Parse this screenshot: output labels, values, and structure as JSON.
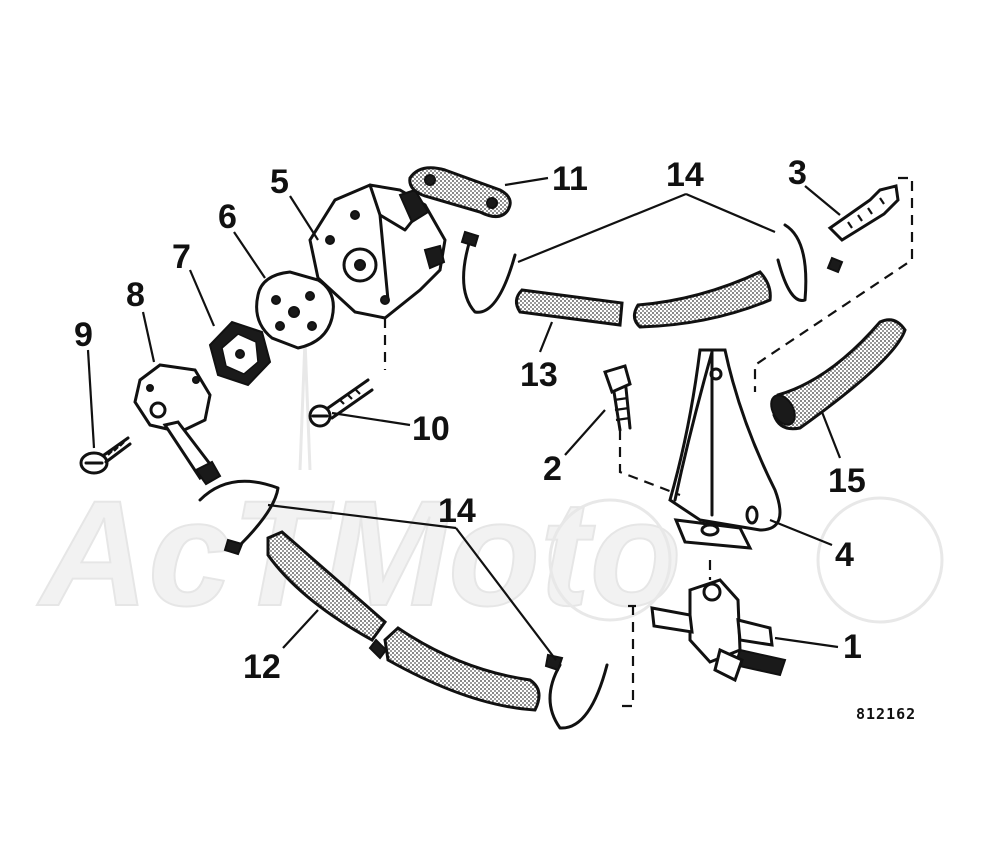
{
  "watermark": {
    "text": "AcTMoto"
  },
  "figure_number": "812162",
  "callouts": [
    {
      "id": "c1",
      "label": "1"
    },
    {
      "id": "c2",
      "label": "2"
    },
    {
      "id": "c3",
      "label": "3"
    },
    {
      "id": "c4",
      "label": "4"
    },
    {
      "id": "c5",
      "label": "5"
    },
    {
      "id": "c6",
      "label": "6"
    },
    {
      "id": "c7",
      "label": "7"
    },
    {
      "id": "c8",
      "label": "8"
    },
    {
      "id": "c9",
      "label": "9"
    },
    {
      "id": "c10",
      "label": "10"
    },
    {
      "id": "c11",
      "label": "11"
    },
    {
      "id": "c12",
      "label": "12"
    },
    {
      "id": "c13",
      "label": "13"
    },
    {
      "id": "c14a",
      "label": "14"
    },
    {
      "id": "c14b",
      "label": "14"
    },
    {
      "id": "c15",
      "label": "15"
    }
  ],
  "colors": {
    "ink": "#111111",
    "background": "#ffffff",
    "watermark": "#e6e6e6"
  }
}
